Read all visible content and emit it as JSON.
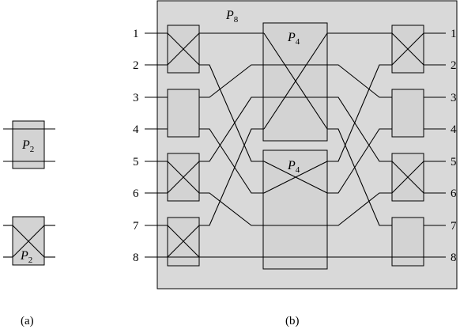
{
  "panel_a": {
    "caption": "(a)",
    "block_identity_label": "P",
    "block_identity_sub": "2",
    "block_cross_label": "P",
    "block_cross_sub": "2"
  },
  "panel_b": {
    "caption": "(b)",
    "outer_label": "P",
    "outer_sub": "8",
    "upper_inner_label": "P",
    "upper_inner_sub": "4",
    "lower_inner_label": "P",
    "lower_inner_sub": "4",
    "left_numbers": [
      "1",
      "2",
      "3",
      "4",
      "5",
      "6",
      "7",
      "8"
    ],
    "right_numbers": [
      "1",
      "2",
      "3",
      "4",
      "5",
      "6",
      "7",
      "8"
    ]
  }
}
